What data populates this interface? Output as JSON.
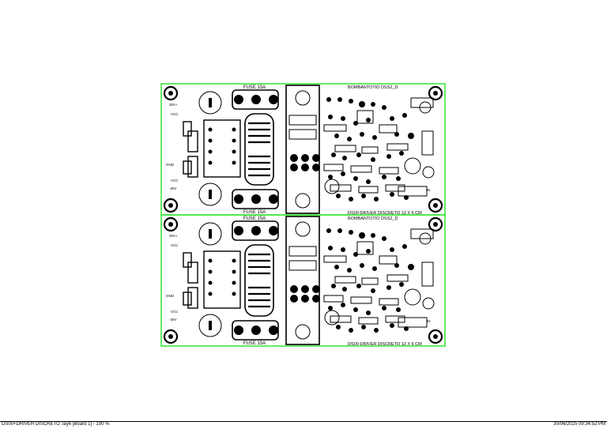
{
  "colors": {
    "outline": "#00dd00",
    "ink": "#000000",
    "paper": "#ffffff"
  },
  "boards": [
    {
      "labels": {
        "fuse_top": "FUSE 15A",
        "fuse_bottom": "FUSE 15A",
        "title": "BOMBANTOTIO DSS2_D",
        "product": "DS00-DRIVER DISCRETO 13 X 6 CM",
        "vcc_top": "VCC",
        "vcc_bottom": "VCC",
        "v_plus": "30V+",
        "v_minus": "-30V",
        "gnd": "GND",
        "in_label": "IN"
      }
    },
    {
      "labels": {
        "fuse_top": "FUSE 15A",
        "fuse_bottom": "FUSE 15A",
        "title": "BOMBANTOTIO DSS2_D",
        "product": "DS00-DRIVER DISCRETO 13 X 6 CM",
        "vcc_top": "VCC",
        "vcc_bottom": "VCC",
        "v_plus": "30V+",
        "v_minus": "-30V",
        "gnd": "GND",
        "in_label": "IN"
      }
    }
  ],
  "footer": {
    "left": "DS00+DRIVER DISCRETO .lay6 [Board 1] - 100 %",
    "right": "30/06/2025 09:34:52 PM"
  }
}
